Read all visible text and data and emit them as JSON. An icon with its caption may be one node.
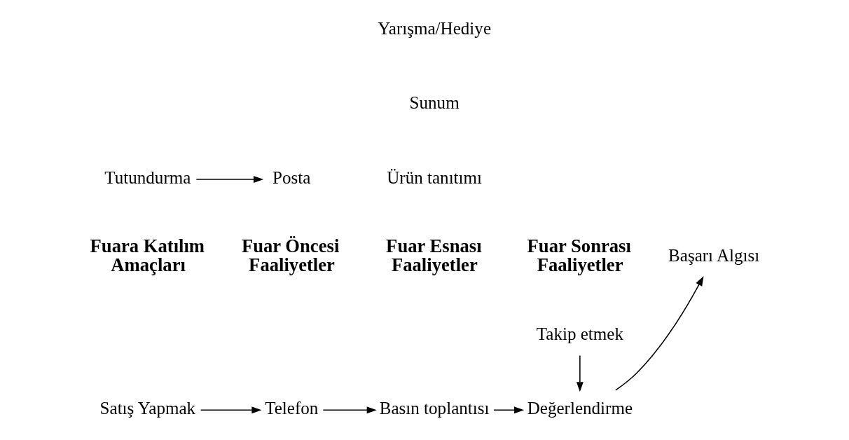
{
  "diagram": {
    "nodes": [
      {
        "text": [
          "Tutundurma"
        ]
      },
      {
        "text": [
          "Posta"
        ]
      },
      {
        "text": [
          "Ürün tanıtımı"
        ]
      },
      {
        "text": [
          "Takip etmek"
        ]
      },
      {
        "text": [
          "Satış Yapmak"
        ]
      },
      {
        "text": [
          "Telefon"
        ]
      },
      {
        "text": [
          "Basın toplantısı"
        ]
      },
      {
        "text": [
          "Değerlendirme"
        ]
      },
      {
        "text": [
          "Başarı Algısı"
        ]
      },
      {
        "text": [
          "Sunum"
        ]
      },
      {
        "text": [
          "Yarışma/Hediye"
        ]
      }
    ],
    "edges": [
      {
        "from": 0,
        "to": 1,
        "arrow": "to"
      },
      {
        "from": 4,
        "to": 5,
        "arrow": "to"
      },
      {
        "from": 5,
        "to": 6,
        "arrow": "to"
      },
      {
        "from": 6,
        "to": 7,
        "arrow": "to"
      },
      {
        "from": 3,
        "to": 7,
        "arrow": "to"
      },
      {
        "from": 7,
        "to": 8,
        "arrow": "to"
      }
    ],
    "labels": [
      "Fuara Katılım Amaçları",
      "Fuar Öncesi Faaliyetler",
      "Fuar Esnası Faaliyetler",
      "Fuar Sonrası Faaliyetler"
    ]
  }
}
